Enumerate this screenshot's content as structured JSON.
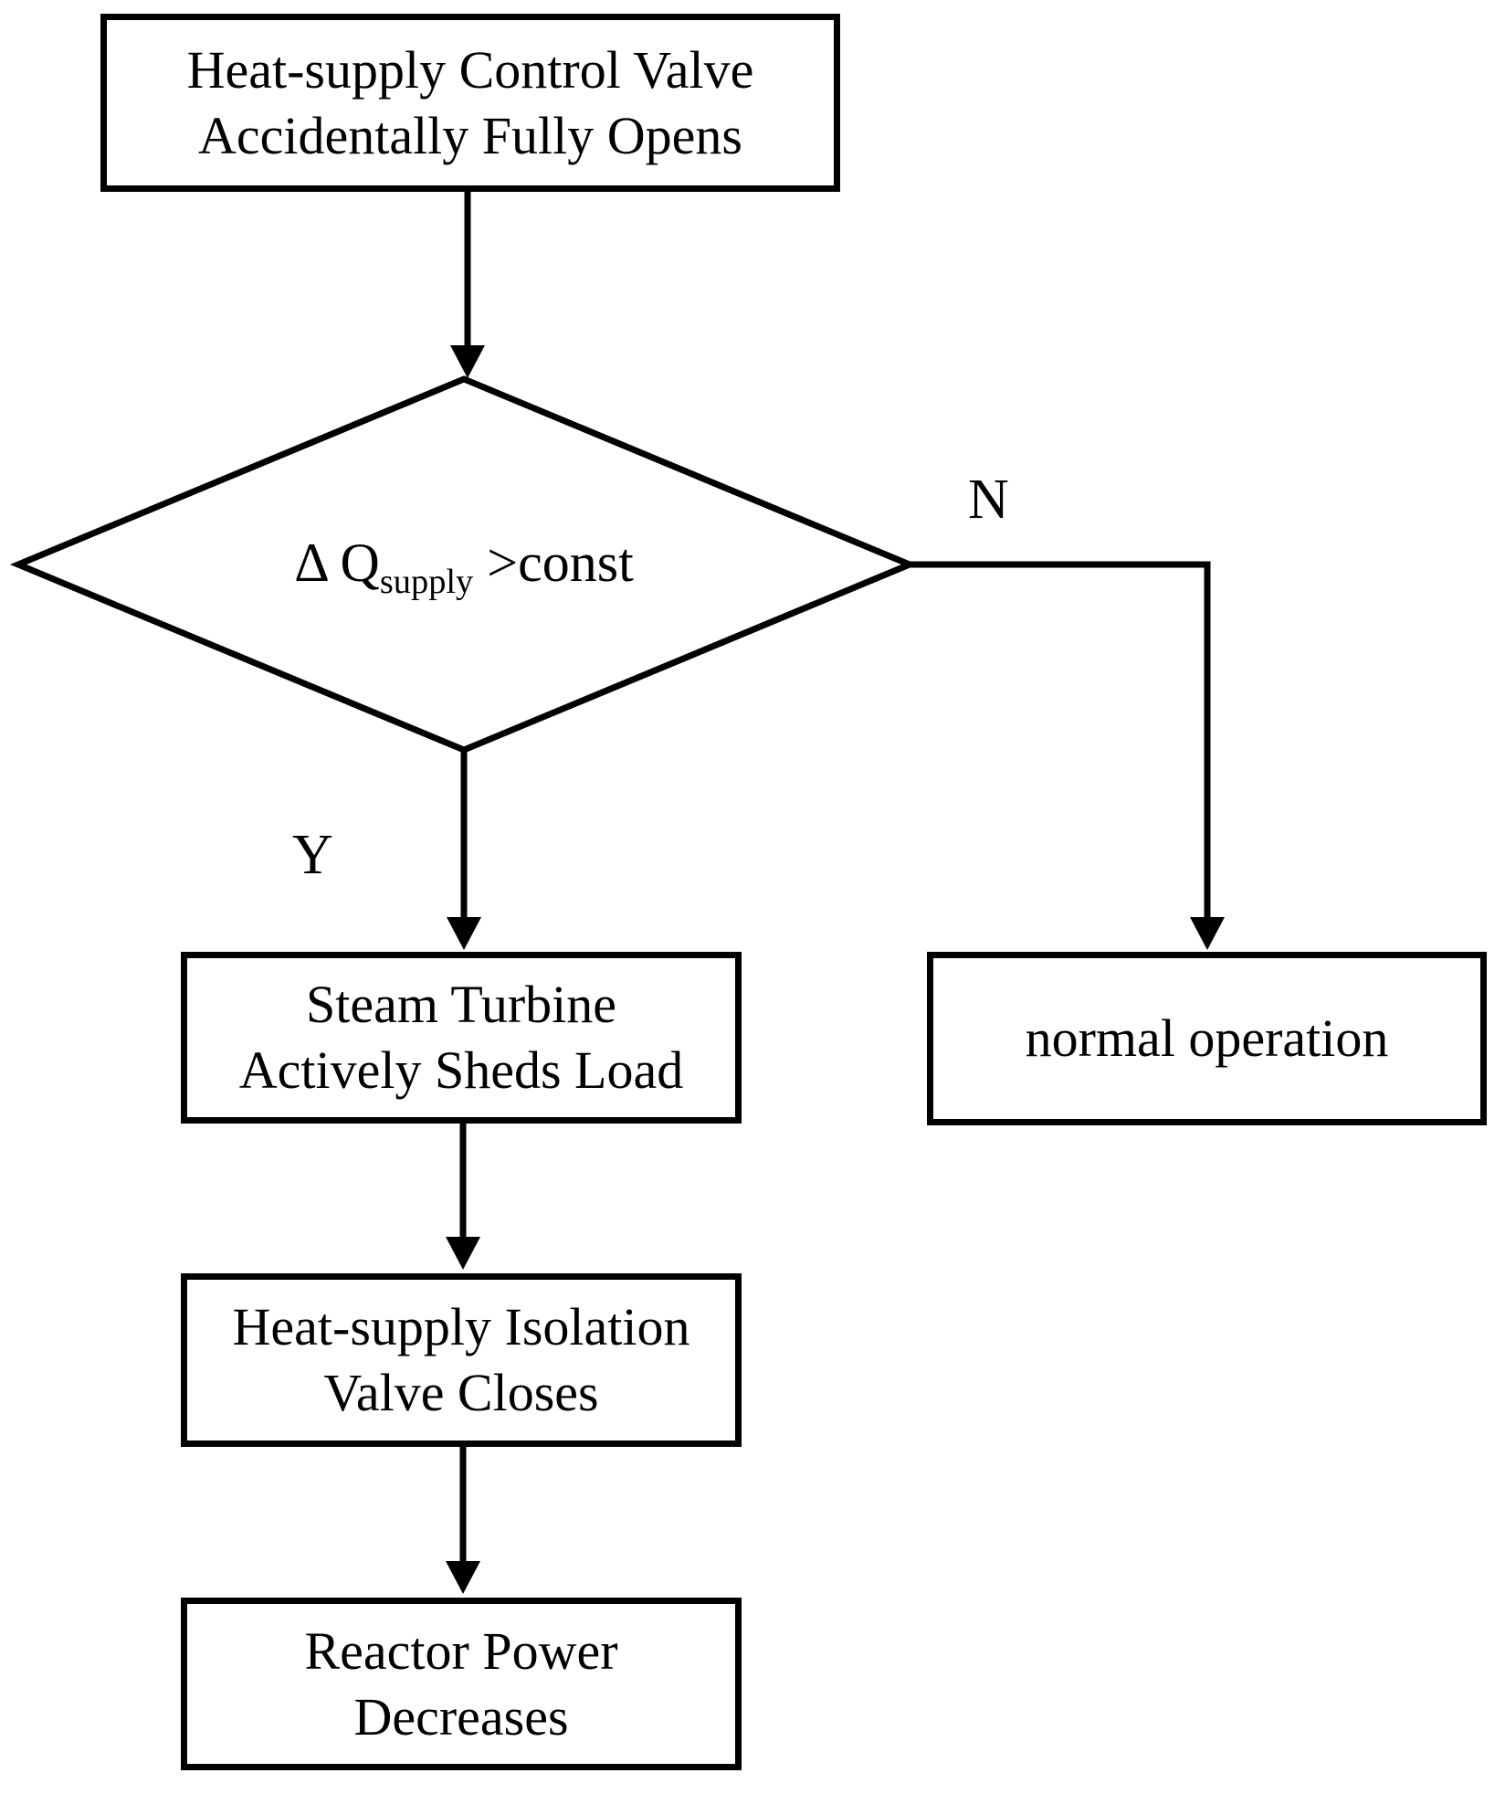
{
  "flowchart": {
    "nodes": {
      "start": {
        "line1": "Heat-supply Control Valve",
        "line2": "Accidentally Fully Opens"
      },
      "decision": {
        "text_main": "Δ Q",
        "text_subscript": "supply",
        "text_after": " >const"
      },
      "normal_operation": {
        "line1": "normal operation"
      },
      "turbine": {
        "line1": "Steam Turbine",
        "line2": "Actively Sheds Load"
      },
      "isolation_valve": {
        "line1": "Heat-supply Isolation",
        "line2": "Valve Closes"
      },
      "reactor_power": {
        "line1": "Reactor Power",
        "line2": "Decreases"
      }
    },
    "edge_labels": {
      "no": "N",
      "yes": "Y"
    },
    "colors": {
      "stroke": "#000000",
      "text": "#000000",
      "background": "#ffffff"
    }
  }
}
